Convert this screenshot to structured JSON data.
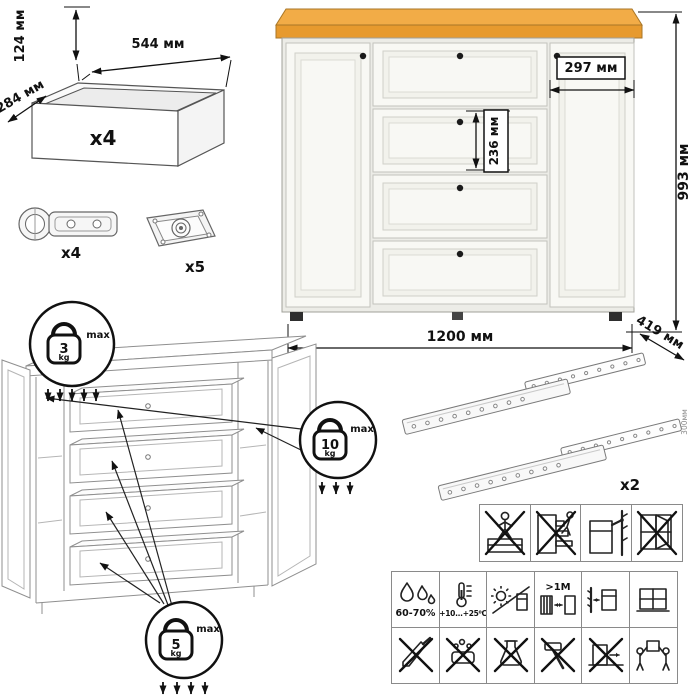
{
  "drawer_box": {
    "height": "124 мм",
    "width": "544 мм",
    "depth": "284 мм",
    "count": "x4"
  },
  "hardware": {
    "hinge_count": "x4",
    "plate_count": "x5"
  },
  "dresser": {
    "height": "993 мм",
    "width": "1200 мм",
    "depth": "419 мм",
    "door_width": "297 мм",
    "drawer_height": "236 мм"
  },
  "load_limits": {
    "top": {
      "value": "3",
      "unit": "kg",
      "suffix": "max"
    },
    "shelf": {
      "value": "10",
      "unit": "kg",
      "suffix": "max"
    },
    "drawer": {
      "value": "5",
      "unit": "kg",
      "suffix": "max"
    }
  },
  "slides": {
    "count": "x2",
    "length": "300мм"
  },
  "care": {
    "humidity": "60-70%",
    "temperature": "+10...+25⁰С",
    "distance": ">1M"
  },
  "colors": {
    "wood_top": "#EDA43C",
    "body": "#F8F8F4"
  }
}
